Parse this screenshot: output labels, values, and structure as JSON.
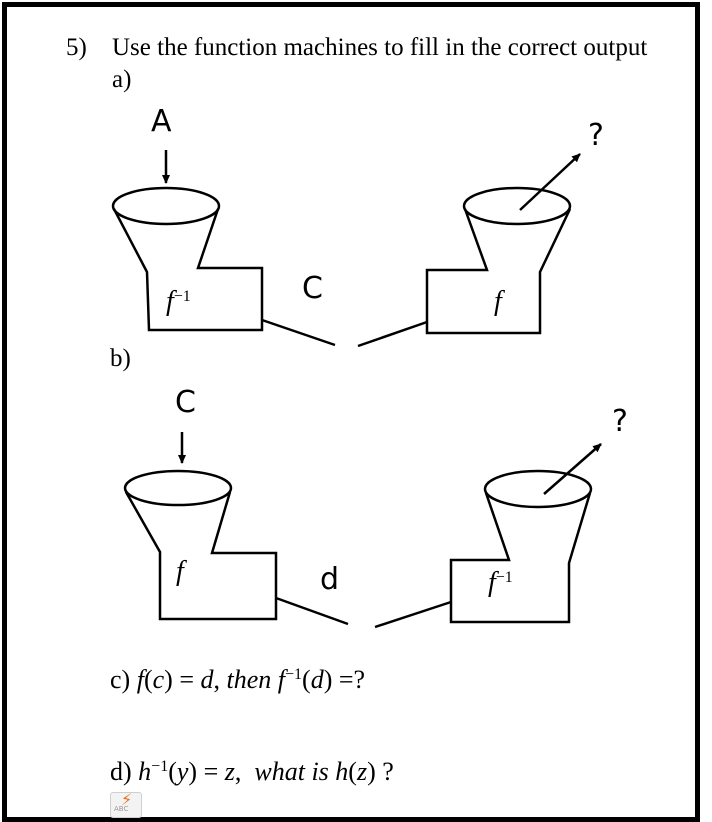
{
  "question": {
    "number": "5)",
    "prompt": "Use the function machines to fill in the correct output"
  },
  "part_a": {
    "label": "a)",
    "input": "A",
    "machine1_label": "f⁻¹",
    "between": "C",
    "machine2_label": "f",
    "output": "?"
  },
  "part_b": {
    "label": "b)",
    "input": "C",
    "machine1_label": "f",
    "between": "d",
    "machine2_label": "f⁻¹",
    "output": "?"
  },
  "part_c": {
    "label": "c)",
    "equation": "f(c) = d, then f⁻¹(d) =?"
  },
  "part_d": {
    "label": "d)",
    "equation": "h⁻¹(y) = z,  what is h(z) ?"
  },
  "icons": [
    "spell-check-icon"
  ]
}
